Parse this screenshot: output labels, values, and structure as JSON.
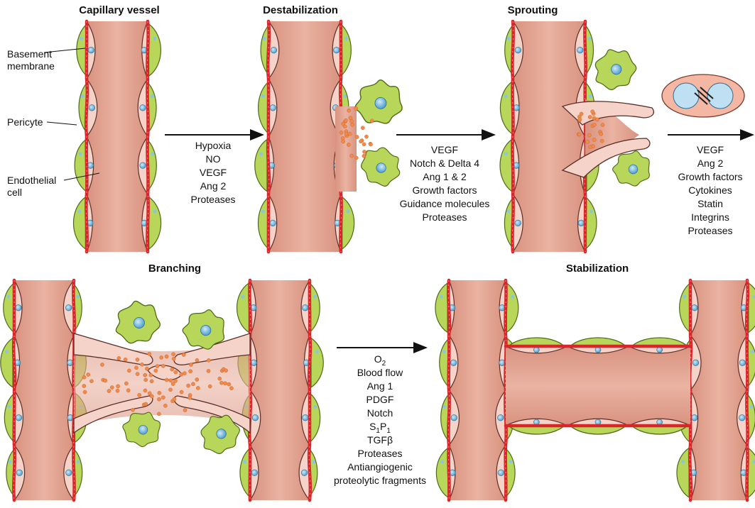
{
  "stages": {
    "capillary": "Capillary vessel",
    "destabilization": "Destabilization",
    "sprouting": "Sprouting",
    "branching": "Branching",
    "stabilization": "Stabilization"
  },
  "labels": {
    "basement_1": "Basement",
    "basement_2": "membrane",
    "pericyte": "Pericyte",
    "endothelial_1": "Endothelial",
    "endothelial_2": "cell"
  },
  "factors_1": [
    "Hypoxia",
    "NO",
    "VEGF",
    "Ang 2",
    "Proteases"
  ],
  "factors_2": [
    "VEGF",
    "Notch & Delta 4",
    "Ang 1 & 2",
    "Growth factors",
    "Guidance molecules",
    "Proteases"
  ],
  "factors_3": [
    "VEGF",
    "Ang 2",
    "Growth factors",
    "Cytokines",
    "Statin",
    "Integrins",
    "Proteases"
  ],
  "factors_4": {
    "o2_base": "O",
    "o2_sub": "2",
    "blood_flow": "Blood flow",
    "ang1": "Ang 1",
    "pdgf": "PDGF",
    "notch": "Notch",
    "s1p1_a": "S",
    "s1p1_a_sub": "1",
    "s1p1_b": "P",
    "s1p1_b_sub": "1",
    "tgfb": "TGFβ",
    "proteases": "Proteases",
    "anti_1": "Antiangiogenic",
    "anti_2": "proteolytic fragments"
  },
  "colors": {
    "vessel": "#e8a896",
    "vessel_dark": "#d88a76",
    "endothelial": "#f6d3c8",
    "pericyte": "#b7d65a",
    "pericyte_dark": "#8fb73a",
    "basement": "#d8262a",
    "nucleus": "#6fb7dd",
    "dot": "#f08a4b"
  },
  "icons": [
    "arrow-right-icon",
    "tip-cell-icon",
    "dividing-cell-icon"
  ]
}
